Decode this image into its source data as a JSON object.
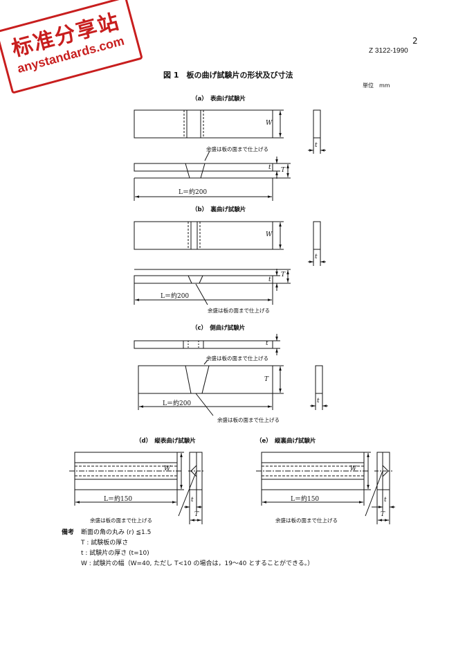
{
  "watermark": {
    "line1": "标准分享站",
    "line2": "anystandards.com"
  },
  "header": {
    "page_number": "2",
    "standard_number": "Z 3122-1990"
  },
  "figure": {
    "title": "図 1　板の曲げ試験片の形状及び寸法",
    "unit": "単位　mm",
    "subfigures": {
      "a": {
        "caption": "（a）　表曲げ試験片"
      },
      "b": {
        "caption": "（b）　裏曲げ試験片"
      },
      "c": {
        "caption": "（c）　側曲げ試験片"
      },
      "d": {
        "caption": "（d）　縦表曲げ試験片"
      },
      "e": {
        "caption": "（e）　縦裏曲げ試験片"
      }
    },
    "labels": {
      "reinforcement": "余盛は板の面まで仕上げる",
      "length_200": "L＝約200",
      "length_150": "L＝約150",
      "W": "W",
      "t": "t",
      "T": "T"
    }
  },
  "notes": {
    "heading": "備考",
    "items": [
      "断面の角の丸み (r) ≦1.5",
      "T : 試験板の厚さ",
      "t : 試験片の厚さ (t=10)",
      "W : 試験片の幅（W=40,  ただし T<10 の場合は，19～40 とすることができる。）"
    ]
  }
}
